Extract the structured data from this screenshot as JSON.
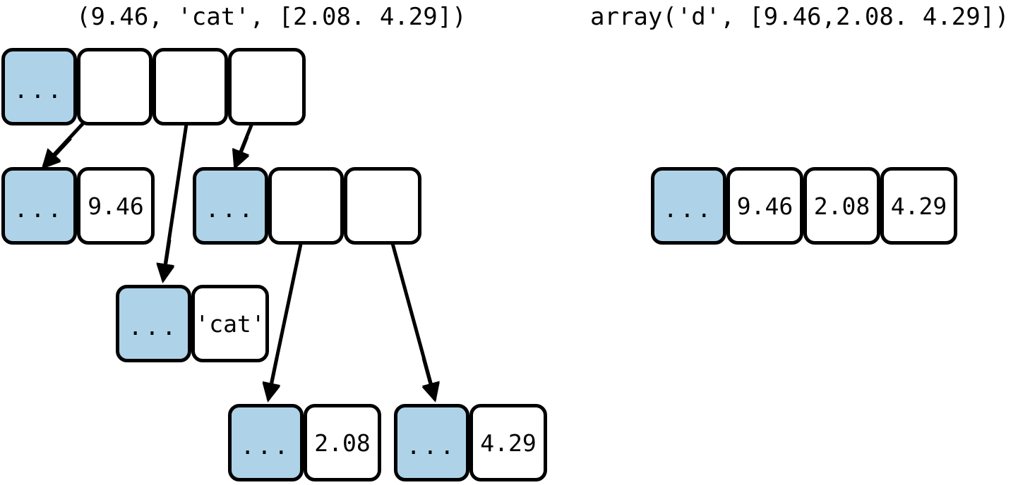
{
  "titles": {
    "left": "(9.46, 'cat', [2.08. 4.29])",
    "right": "array('d', [9.46,2.08. 4.29])"
  },
  "colors": {
    "reference_cell": "#aed3e9",
    "cell_fill": "#ffffff",
    "outline": "#000000",
    "background": "#ffffff"
  },
  "ellipsis": "...",
  "left_structure": {
    "label": "tuple-object-graph",
    "rows": [
      {
        "name": "tuple-row",
        "cells": [
          {
            "kind": "reference",
            "text": "..."
          },
          {
            "kind": "slot",
            "text": ""
          },
          {
            "kind": "slot",
            "text": ""
          },
          {
            "kind": "slot",
            "text": ""
          }
        ]
      },
      {
        "name": "float-row",
        "cells": [
          {
            "kind": "reference",
            "text": "..."
          },
          {
            "kind": "value",
            "text": "9.46"
          }
        ]
      },
      {
        "name": "array-row",
        "cells": [
          {
            "kind": "reference",
            "text": "..."
          },
          {
            "kind": "slot",
            "text": ""
          },
          {
            "kind": "slot",
            "text": ""
          }
        ]
      },
      {
        "name": "string-row",
        "cells": [
          {
            "kind": "reference",
            "text": "..."
          },
          {
            "kind": "value",
            "text": "'cat'"
          }
        ]
      },
      {
        "name": "float-row-208",
        "cells": [
          {
            "kind": "reference",
            "text": "..."
          },
          {
            "kind": "value",
            "text": "2.08"
          }
        ]
      },
      {
        "name": "float-row-429",
        "cells": [
          {
            "kind": "reference",
            "text": "..."
          },
          {
            "kind": "value",
            "text": "4.29"
          }
        ]
      }
    ]
  },
  "right_structure": {
    "label": "array-object",
    "cells": [
      {
        "kind": "reference",
        "text": "..."
      },
      {
        "kind": "value",
        "text": "9.46"
      },
      {
        "kind": "value",
        "text": "2.08"
      },
      {
        "kind": "value",
        "text": "4.29"
      }
    ]
  },
  "arrows": [
    {
      "name": "arrow-tuple-slot1-to-float946",
      "from": "tuple.slot1",
      "to": "float-row.reference"
    },
    {
      "name": "arrow-tuple-slot2-to-cat",
      "from": "tuple.slot2",
      "to": "string-row.reference"
    },
    {
      "name": "arrow-tuple-slot3-to-array",
      "from": "tuple.slot3",
      "to": "array-row.reference"
    },
    {
      "name": "arrow-array-slot1-to-float208",
      "from": "array-row.slot1",
      "to": "float-row-208.reference"
    },
    {
      "name": "arrow-array-slot2-to-float429",
      "from": "array-row.slot2",
      "to": "float-row-429.reference"
    }
  ]
}
